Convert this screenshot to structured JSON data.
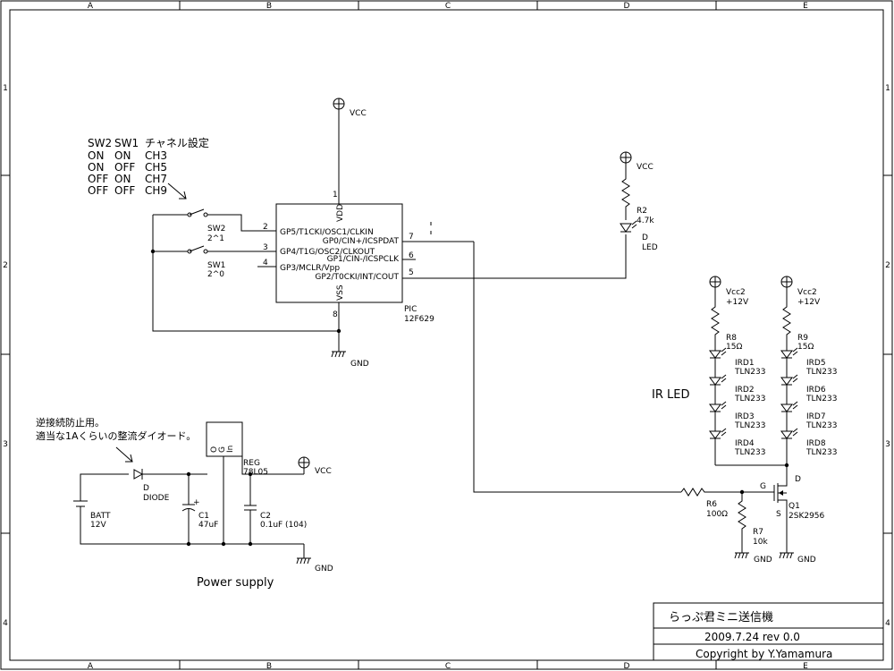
{
  "frame": {
    "cols": [
      "A",
      "B",
      "C",
      "D",
      "E"
    ],
    "rows": [
      "1",
      "2",
      "3",
      "4"
    ]
  },
  "power": {
    "vcc": "VCC",
    "vcc2": "Vcc2",
    "v12": "+12V",
    "gnd": "GND"
  },
  "switch_table": {
    "header": [
      "SW2",
      "SW1",
      "チャネル設定"
    ],
    "rows": [
      [
        "ON",
        "ON",
        "CH3"
      ],
      [
        "ON",
        "OFF",
        "CH5"
      ],
      [
        "OFF",
        "ON",
        "CH7"
      ],
      [
        "OFF",
        "OFF",
        "CH9"
      ]
    ]
  },
  "switches": {
    "sw2": {
      "name": "SW2",
      "value": "2^1"
    },
    "sw1": {
      "name": "SW1",
      "value": "2^0"
    }
  },
  "pic": {
    "name": "PIC",
    "part": "12F629",
    "vdd": "VDD",
    "vss": "VSS",
    "pins_left": [
      {
        "num": "2",
        "label": "GP5/T1CKI/OSC1/CLKIN"
      },
      {
        "num": "3",
        "label": "GP4/T1G/OSC2/CLKOUT"
      },
      {
        "num": "4",
        "label": "GP3/MCLR/Vpp"
      }
    ],
    "pins_right": [
      {
        "num": "7",
        "label": "GP0/CIN+/ICSPDAT"
      },
      {
        "num": "6",
        "label": "GP1/CIN-/ICSPCLK"
      },
      {
        "num": "5",
        "label": "GP2/T0CKI/INT/COUT"
      }
    ],
    "pin_vdd": "1",
    "pin_vss": "8"
  },
  "r2": {
    "name": "R2",
    "value": "4.7k"
  },
  "led": {
    "name": "D",
    "value": "LED"
  },
  "ir_title": "IR LED",
  "r8": {
    "name": "R8",
    "value": "15Ω"
  },
  "r9": {
    "name": "R9",
    "value": "15Ω"
  },
  "ird_left": [
    {
      "name": "IRD1",
      "part": "TLN233"
    },
    {
      "name": "IRD2",
      "part": "TLN233"
    },
    {
      "name": "IRD3",
      "part": "TLN233"
    },
    {
      "name": "IRD4",
      "part": "TLN233"
    }
  ],
  "ird_right": [
    {
      "name": "IRD5",
      "part": "TLN233"
    },
    {
      "name": "IRD6",
      "part": "TLN233"
    },
    {
      "name": "IRD7",
      "part": "TLN233"
    },
    {
      "name": "IRD8",
      "part": "TLN233"
    }
  ],
  "r6": {
    "name": "R6",
    "value": "100Ω"
  },
  "r7": {
    "name": "R7",
    "value": "10k"
  },
  "q1": {
    "name": "Q1",
    "part": "2SK2956",
    "g": "G",
    "d": "D",
    "s": "S"
  },
  "diode_note": [
    "逆接続防止用。",
    "適当な1Aくらいの整流ダイオード。"
  ],
  "diode": {
    "name": "D",
    "value": "DIODE"
  },
  "batt": {
    "name": "BATT",
    "value": "12V"
  },
  "c1": {
    "name": "C1",
    "value": "47uF"
  },
  "c2": {
    "name": "C2",
    "value": "0.1uF (104)"
  },
  "reg": {
    "name": "REG",
    "part": "78L05",
    "pins": [
      "O",
      "G",
      "In"
    ]
  },
  "power_supply_label": "Power supply",
  "title_block": {
    "title": "らっぷ君ミニ送信機",
    "date_rev": "2009.7.24  rev 0.0",
    "copyright": "Copyright by Y.Yamamura"
  }
}
